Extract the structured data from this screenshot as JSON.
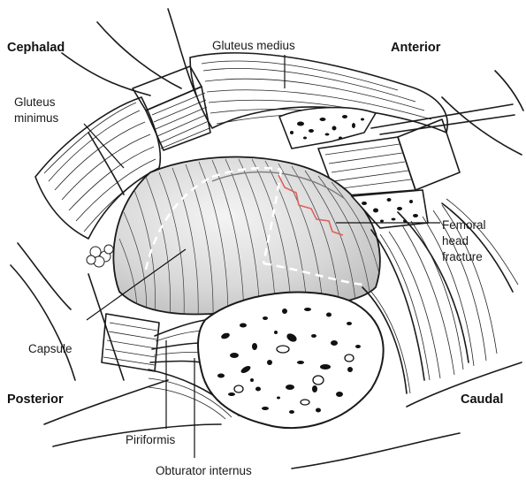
{
  "labels": {
    "orientation": {
      "cephalad": "Cephalad",
      "anterior": "Anterior",
      "posterior": "Posterior",
      "caudal": "Caudal"
    },
    "structures": {
      "gluteus_medius": "Gluteus medius",
      "gluteus_minimus_1": "Gluteus",
      "gluteus_minimus_2": "minimus",
      "femoral_1": "Femoral",
      "femoral_2": "head",
      "femoral_3": "fracture",
      "capsule": "Capsule",
      "piriformis": "Piriformis",
      "obturator_internus": "Obturator internus"
    }
  },
  "colors": {
    "ink": "#1a1a1a",
    "fracture_line": "#e0605a",
    "capsule_fill_light": "#f2f2f2",
    "capsule_fill_dark": "#c4c4c4"
  }
}
